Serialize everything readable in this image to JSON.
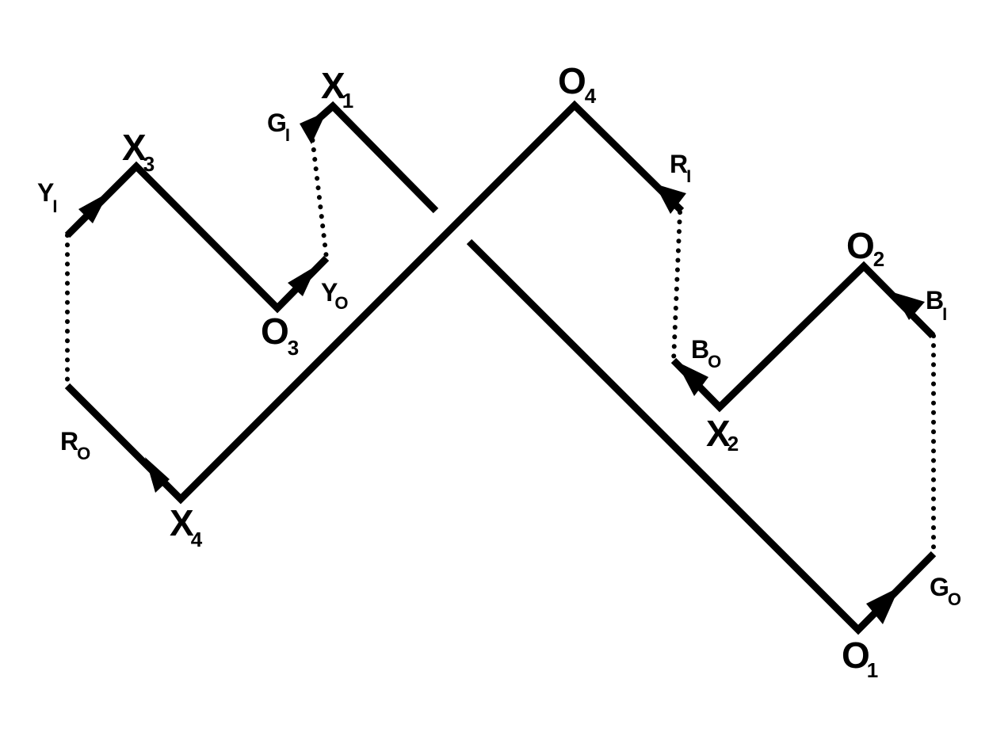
{
  "colors": {
    "stroke": "#000000",
    "background": "#ffffff"
  },
  "vertices": {
    "X1": {
      "letter": "X",
      "sub": "1"
    },
    "X2": {
      "letter": "X",
      "sub": "2"
    },
    "X3": {
      "letter": "X",
      "sub": "3"
    },
    "X4": {
      "letter": "X",
      "sub": "4"
    },
    "O1": {
      "letter": "O",
      "sub": "1"
    },
    "O2": {
      "letter": "O",
      "sub": "2"
    },
    "O3": {
      "letter": "O",
      "sub": "3"
    },
    "O4": {
      "letter": "O",
      "sub": "4"
    }
  },
  "ports": {
    "GI": {
      "letter": "G",
      "sub": "I"
    },
    "YI": {
      "letter": "Y",
      "sub": "I"
    },
    "YO": {
      "letter": "Y",
      "sub": "O"
    },
    "RI": {
      "letter": "R",
      "sub": "I"
    },
    "RO": {
      "letter": "R",
      "sub": "O"
    },
    "BI": {
      "letter": "B",
      "sub": "I"
    },
    "BO": {
      "letter": "B",
      "sub": "O"
    },
    "GO": {
      "letter": "G",
      "sub": "O"
    }
  }
}
